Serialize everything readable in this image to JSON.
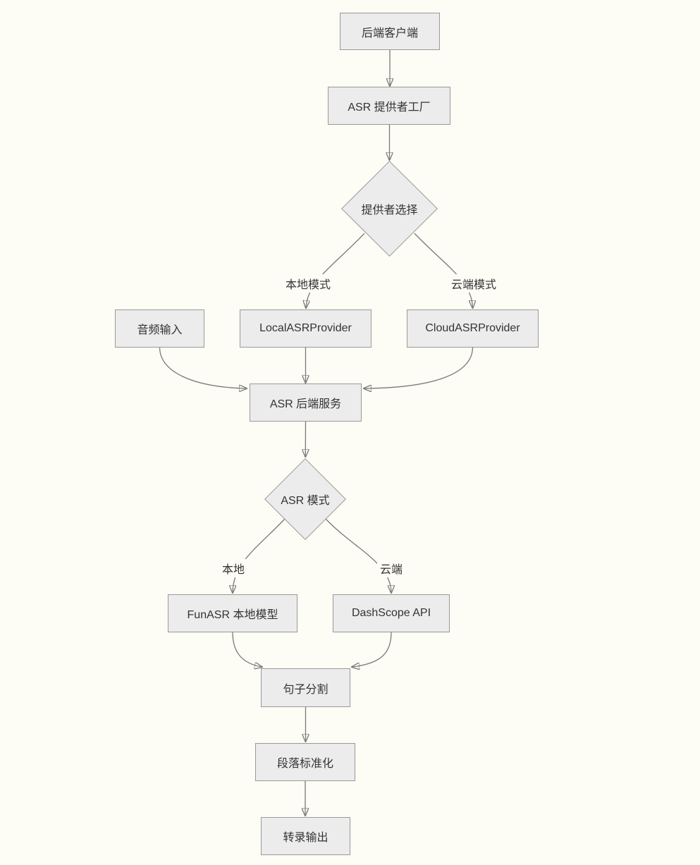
{
  "diagram": {
    "type": "flowchart",
    "colors": {
      "background": "#FDFCF5",
      "node_fill": "#ECECEC",
      "node_border": "#999999",
      "edge_color": "#7a7a7a",
      "arrowhead_color": "#5a5a5a",
      "text_color": "#333333"
    },
    "nodes": {
      "backend_client": "后端客户端",
      "asr_provider_factory": "ASR 提供者工厂",
      "provider_selection": "提供者选择",
      "audio_input": "音频输入",
      "local_asr_provider": "LocalASRProvider",
      "cloud_asr_provider": "CloudASRProvider",
      "asr_backend_service": "ASR 后端服务",
      "asr_mode": "ASR 模式",
      "funasr_local_model": "FunASR 本地模型",
      "dashscope_api": "DashScope API",
      "sentence_segmentation": "句子分割",
      "paragraph_normalization": "段落标准化",
      "transcription_output": "转录输出"
    },
    "edge_labels": {
      "local_mode": "本地模式",
      "cloud_mode": "云端模式",
      "local": "本地",
      "cloud": "云端"
    },
    "edges": [
      {
        "from": "backend_client",
        "to": "asr_provider_factory",
        "label": ""
      },
      {
        "from": "asr_provider_factory",
        "to": "provider_selection",
        "label": ""
      },
      {
        "from": "provider_selection",
        "to": "local_asr_provider",
        "label": "本地模式"
      },
      {
        "from": "provider_selection",
        "to": "cloud_asr_provider",
        "label": "云端模式"
      },
      {
        "from": "audio_input",
        "to": "asr_backend_service",
        "label": ""
      },
      {
        "from": "local_asr_provider",
        "to": "asr_backend_service",
        "label": ""
      },
      {
        "from": "cloud_asr_provider",
        "to": "asr_backend_service",
        "label": ""
      },
      {
        "from": "asr_backend_service",
        "to": "asr_mode",
        "label": ""
      },
      {
        "from": "asr_mode",
        "to": "funasr_local_model",
        "label": "本地"
      },
      {
        "from": "asr_mode",
        "to": "dashscope_api",
        "label": "云端"
      },
      {
        "from": "funasr_local_model",
        "to": "sentence_segmentation",
        "label": ""
      },
      {
        "from": "dashscope_api",
        "to": "sentence_segmentation",
        "label": ""
      },
      {
        "from": "sentence_segmentation",
        "to": "paragraph_normalization",
        "label": ""
      },
      {
        "from": "paragraph_normalization",
        "to": "transcription_output",
        "label": ""
      }
    ]
  }
}
